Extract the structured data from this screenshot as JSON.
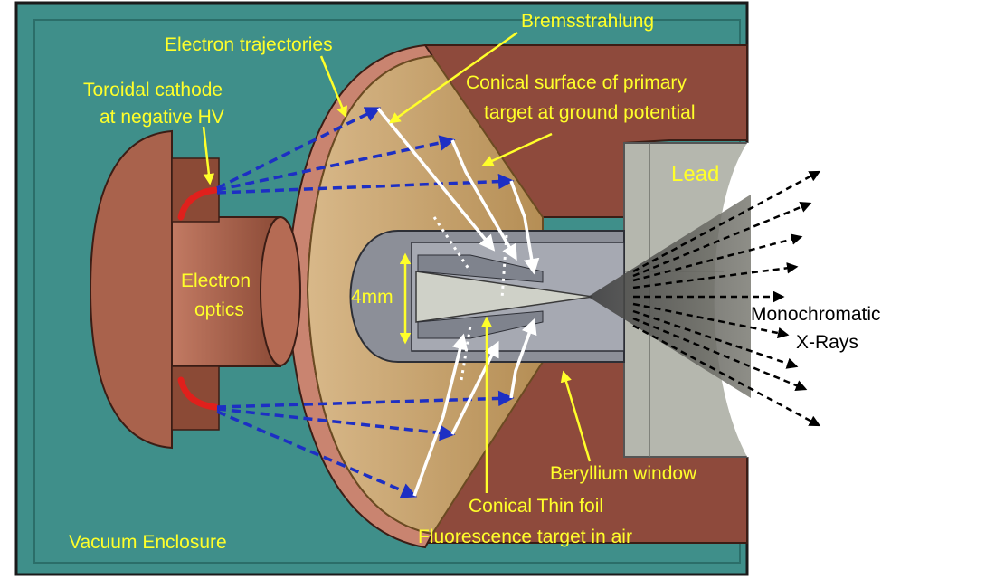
{
  "labels": {
    "bremsstrahlung": "Bremsstrahlung",
    "electron_trajectories": "Electron trajectories",
    "toroidal_cathode_line1": "Toroidal cathode",
    "toroidal_cathode_line2": "at negative HV",
    "conical_surface_line1": "Conical surface of primary",
    "conical_surface_line2": "target at ground potential",
    "lead": "Lead",
    "electron_optics_line1": "Electron",
    "electron_optics_line2": "optics",
    "dimension": "4mm",
    "monochromatic_line1": "Monochromatic",
    "monochromatic_line2": "X-Rays",
    "beryllium_window": "Beryllium window",
    "conical_thin_foil": "Conical Thin foil",
    "fluorescence_target": "Fluorescence target in air",
    "vacuum_enclosure": "Vacuum Enclosure"
  },
  "colors": {
    "vacuum_enclosure": "#3f8f8a",
    "copper_body": "#9e5a45",
    "copper_light": "#c98470",
    "lead_block": "#8e4a3c",
    "brass_cone": "#c6a56f",
    "lead_grey": "#b5b7ae",
    "inner_grey": "#8c8f98",
    "electron_path": "#1d2fc4",
    "bremsstrahlung": "#ffffff",
    "label_yellow": "#ffff2a",
    "xray_black": "#000000"
  },
  "icons": {
    "xray_arrow": "dashed-arrow",
    "electron_arrow": "dashed-arrow",
    "leader_arrow": "solid-arrow"
  }
}
